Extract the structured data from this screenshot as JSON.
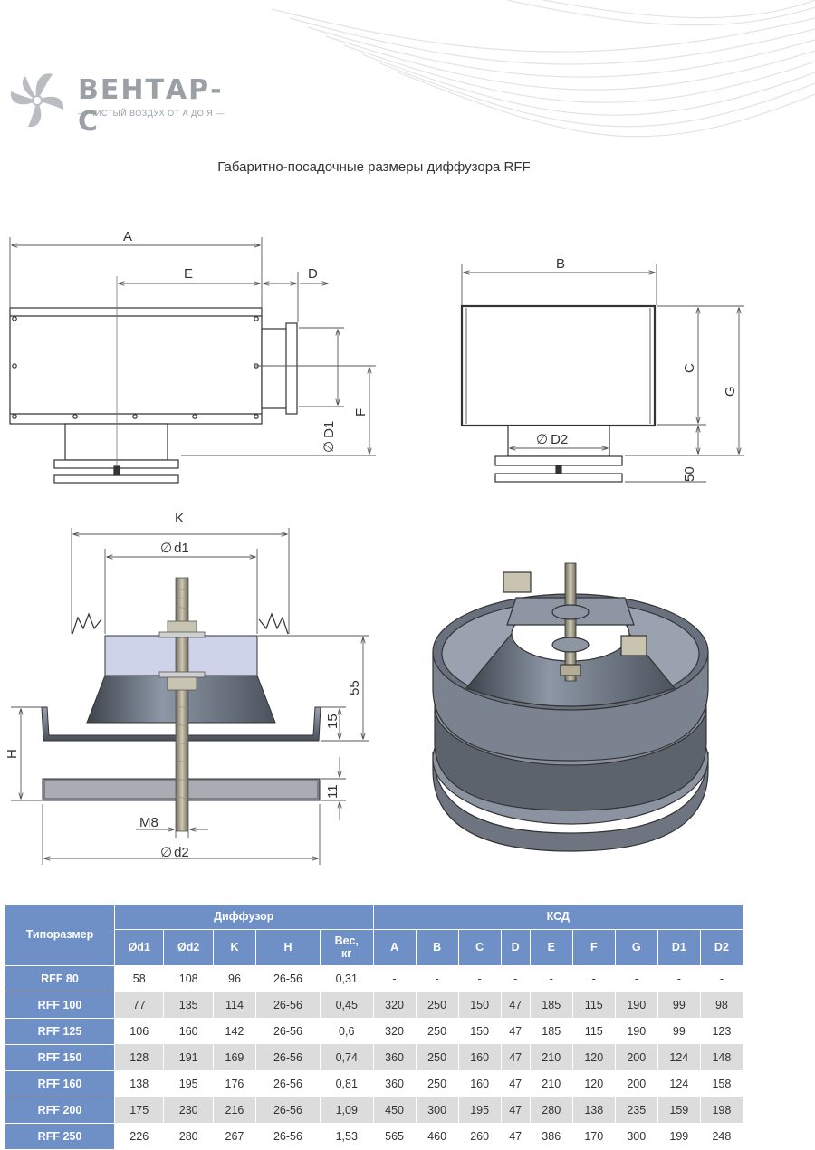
{
  "logo": {
    "name": "ВЕНТАР-С",
    "tagline": "— ЧИСТЫЙ ВОЗДУХ ОТ А ДО Я —"
  },
  "title": "Габаритно-посадочные размеры диффузора RFF",
  "drawing_labels": {
    "A": "A",
    "E": "E",
    "D": "D",
    "B": "B",
    "C": "C",
    "G": "G",
    "F": "F",
    "D1": "D1",
    "D2": "D2",
    "dim50": "50",
    "K": "K",
    "d1": "d1",
    "d2": "d2",
    "dim55": "55",
    "dim15": "15",
    "dim11": "11",
    "H": "H",
    "M8": "M8",
    "dia": "∅"
  },
  "table": {
    "group_diffuser": "Диффузор",
    "group_ksd": "КСД",
    "size_header": "Типоразмер",
    "weight_header_1": "Вес,",
    "weight_header_2": "кг",
    "columns": [
      "Ød1",
      "Ød2",
      "K",
      "H",
      "Вес, кг",
      "A",
      "B",
      "C",
      "D",
      "E",
      "F",
      "G",
      "D1",
      "D2"
    ],
    "rows": [
      [
        "RFF  80",
        "58",
        "108",
        "96",
        "26-56",
        "0,31",
        "-",
        "-",
        "-",
        "-",
        "-",
        "-",
        "-",
        "-",
        "-"
      ],
      [
        "RFF  100",
        "77",
        "135",
        "114",
        "26-56",
        "0,45",
        "320",
        "250",
        "150",
        "47",
        "185",
        "115",
        "190",
        "99",
        "98"
      ],
      [
        "RFF  125",
        "106",
        "160",
        "142",
        "26-56",
        "0,6",
        "320",
        "250",
        "150",
        "47",
        "185",
        "115",
        "190",
        "99",
        "123"
      ],
      [
        "RFF  150",
        "128",
        "191",
        "169",
        "26-56",
        "0,74",
        "360",
        "250",
        "160",
        "47",
        "210",
        "120",
        "200",
        "124",
        "148"
      ],
      [
        "RFF  160",
        "138",
        "195",
        "176",
        "26-56",
        "0,81",
        "360",
        "250",
        "160",
        "47",
        "210",
        "120",
        "200",
        "124",
        "158"
      ],
      [
        "RFF  200",
        "175",
        "230",
        "216",
        "26-56",
        "1,09",
        "450",
        "300",
        "195",
        "47",
        "280",
        "138",
        "235",
        "159",
        "198"
      ],
      [
        "RFF  250",
        "226",
        "280",
        "267",
        "26-56",
        "1,53",
        "565",
        "460",
        "260",
        "47",
        "386",
        "170",
        "300",
        "199",
        "248"
      ]
    ]
  }
}
